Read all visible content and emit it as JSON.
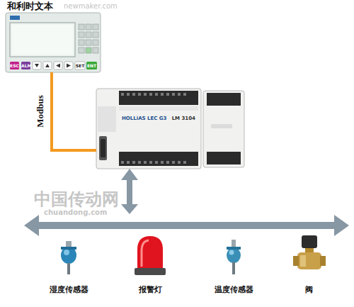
{
  "diagram": {
    "nodes": [
      {
        "text": [
          "和利时文本"
        ]
      },
      {
        "text": [
          "HOLLiAS LEC G3",
          "LM 3104"
        ]
      },
      {
        "text": [
          "湿度传感器"
        ]
      },
      {
        "text": [
          "报警灯"
        ]
      },
      {
        "text": [
          "温度传感器"
        ]
      },
      {
        "text": [
          "阀"
        ]
      }
    ],
    "edges": [
      {
        "from": 0,
        "to": 1,
        "arrow": "none",
        "label": "Modbus"
      }
    ],
    "labels": [
      "newmaker.com",
      "ESC",
      "ALM",
      "SET",
      "ENT",
      "中国传动网",
      "chuandong.com"
    ]
  }
}
